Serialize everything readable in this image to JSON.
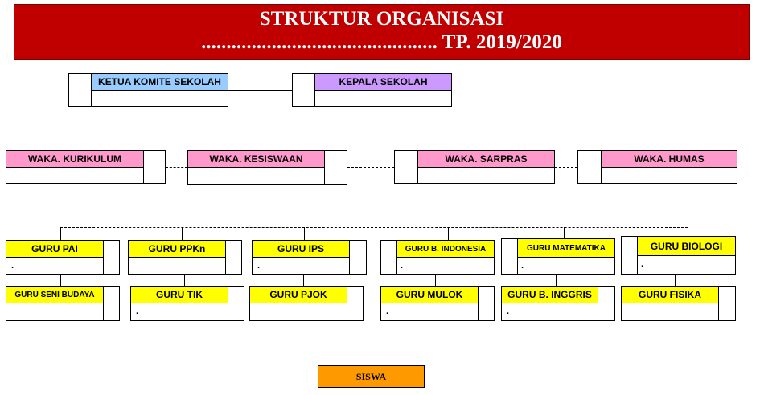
{
  "title": {
    "line1": "STRUKTUR ORGANISASI",
    "line2": "............................................... TP. 2019/2020"
  },
  "colors": {
    "title_bg": "#c00000",
    "komite": "#99ccff",
    "kepala": "#cc99ff",
    "waka": "#ff99cc",
    "guru": "#ffff00",
    "siswa": "#ff9900"
  },
  "boxes": {
    "komite": {
      "label": "KETUA KOMITE SEKOLAH",
      "name": ""
    },
    "kepala": {
      "label": "KEPALA  SEKOLAH",
      "name": ""
    },
    "waka_kurikulum": {
      "label": "WAKA. KURIKULUM",
      "name": ""
    },
    "waka_kesiswaan": {
      "label": "WAKA. KESISWAAN",
      "name": ""
    },
    "waka_sarpras": {
      "label": "WAKA. SARPRAS",
      "name": ""
    },
    "waka_humas": {
      "label": "WAKA. HUMAS",
      "name": ""
    },
    "guru_pai": {
      "label": "GURU PAI",
      "name": "."
    },
    "guru_ppkn": {
      "label": "GURU PPKn",
      "name": ""
    },
    "guru_ips": {
      "label": "GURU IPS",
      "name": "."
    },
    "guru_bindo": {
      "label": "GURU B. INDONESIA",
      "name": "."
    },
    "guru_mtk": {
      "label": "GURU MATEMATIKA",
      "name": "."
    },
    "guru_bio": {
      "label": "GURU BIOLOGI",
      "name": "."
    },
    "guru_senbud": {
      "label": "GURU SENI BUDAYA",
      "name": ""
    },
    "guru_tik": {
      "label": "GURU TIK",
      "name": "."
    },
    "guru_pjok": {
      "label": "GURU PJOK",
      "name": ""
    },
    "guru_mulok": {
      "label": "GURU MULOK",
      "name": "."
    },
    "guru_bing": {
      "label": "GURU B. INGGRIS",
      "name": "."
    },
    "guru_fisika": {
      "label": "GURU FISIKA",
      "name": ""
    }
  },
  "siswa": "SISWA"
}
